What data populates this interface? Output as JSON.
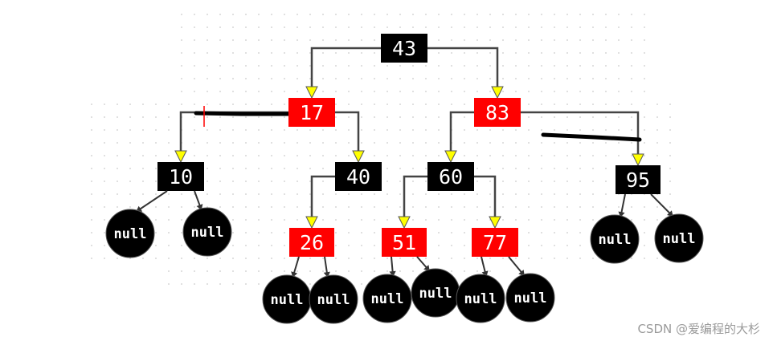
{
  "tree": {
    "nodes": [
      {
        "id": "n43",
        "label": "43",
        "color": "black"
      },
      {
        "id": "n17",
        "label": "17",
        "color": "red"
      },
      {
        "id": "n83",
        "label": "83",
        "color": "red"
      },
      {
        "id": "n10",
        "label": "10",
        "color": "black"
      },
      {
        "id": "n40",
        "label": "40",
        "color": "black"
      },
      {
        "id": "n60",
        "label": "60",
        "color": "black"
      },
      {
        "id": "n95",
        "label": "95",
        "color": "black"
      },
      {
        "id": "n26",
        "label": "26",
        "color": "red"
      },
      {
        "id": "n51",
        "label": "51",
        "color": "red"
      },
      {
        "id": "n77",
        "label": "77",
        "color": "red"
      }
    ],
    "null_label": "null",
    "colors": {
      "black": "#000000",
      "red": "#ff0000",
      "arrow_fill": "#ffff00",
      "edge": "#444444"
    }
  },
  "watermark": "CSDN @爱编程的大杉"
}
